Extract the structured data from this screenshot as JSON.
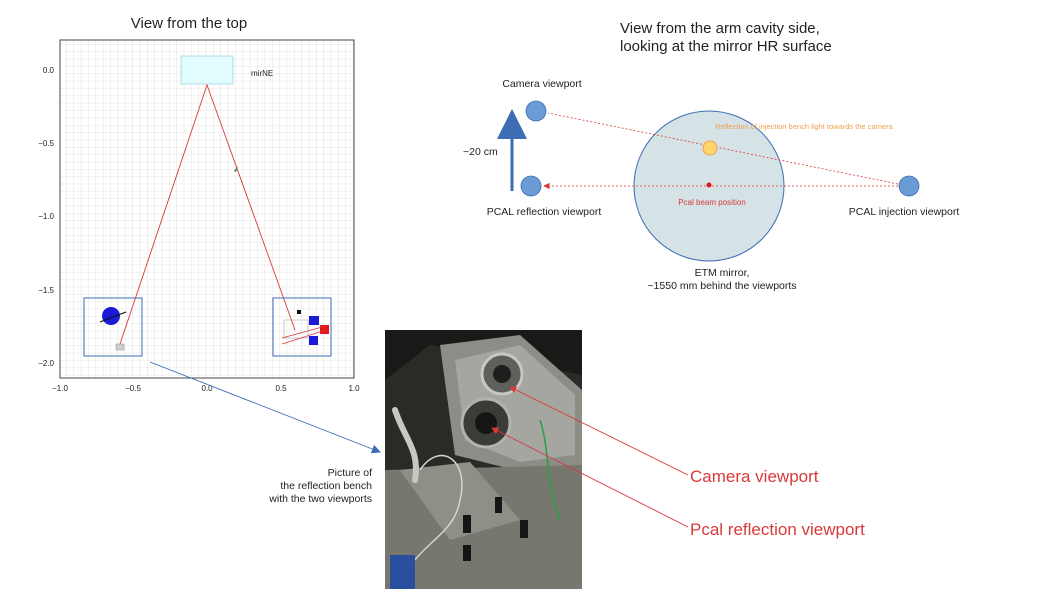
{
  "left_panel": {
    "title": "View from the top",
    "plot_label": "mirNE",
    "y_ticks": [
      "0.0",
      "−0.5",
      "−1.0",
      "−1.5",
      "−2.0"
    ],
    "x_ticks": [
      "−1.0",
      "−0.5",
      "0.0",
      "0.5",
      "1.0"
    ]
  },
  "right_panel": {
    "title_line1": "View from the arm cavity side,",
    "title_line2": "looking at the mirror HR surface",
    "camera_viewport": "Camera viewport",
    "distance": "~20 cm",
    "pcal_reflection": "PCAL reflection viewport",
    "pcal_injection": "PCAL injection viewport",
    "reflection_note": "Reflection of injection bench light towards the camera",
    "beam_position": "Pcal beam position",
    "etm_line1": "ETM mirror,",
    "etm_line2": "~1550 mm behind the viewports"
  },
  "photo": {
    "caption_line1": "Picture of",
    "caption_line2": "the reflection bench",
    "caption_line3": "with the two viewports",
    "camera_label": "Camera viewport",
    "pcal_label": "Pcal reflection viewport"
  },
  "colors": {
    "beam": "#d83a3a",
    "viewport": "#6a9bd4",
    "mirror": "#d5e2e6",
    "reflection": "#f0a050",
    "arrow": "#3d6db5"
  }
}
